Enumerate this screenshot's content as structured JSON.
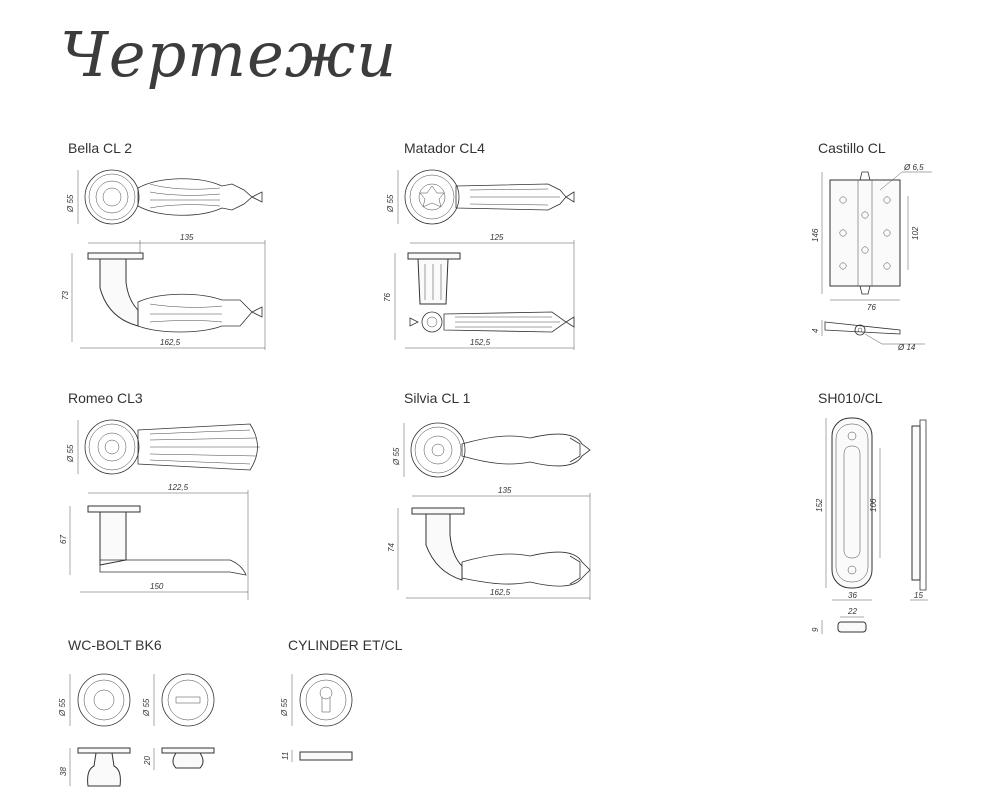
{
  "page": {
    "title": "Чертежи"
  },
  "products": {
    "bella": {
      "name": "Bella CL 2",
      "d_rosette": "Ø 55",
      "length": "135",
      "height": "73",
      "total": "162,5"
    },
    "matador": {
      "name": "Matador CL4",
      "d_rosette": "Ø 55",
      "length": "125",
      "height": "76",
      "total": "152,5"
    },
    "castillo": {
      "name": "Castillo CL",
      "d_hole": "Ø 6,5",
      "height": "146",
      "inner": "102",
      "width": "76",
      "thick": "4",
      "d_knuckle": "Ø 14"
    },
    "romeo": {
      "name": "Romeo CL3",
      "d_rosette": "Ø 55",
      "length": "122,5",
      "height": "67",
      "total": "150"
    },
    "silvia": {
      "name": "Silvia CL 1",
      "d_rosette": "Ø 55",
      "length": "135",
      "height": "74",
      "total": "162,5"
    },
    "sh010": {
      "name": "SH010/CL",
      "height": "152",
      "inner": "106",
      "width": "36",
      "depth": "15",
      "w2": "22",
      "h2": "9"
    },
    "wcbolt": {
      "name": "WC-BOLT BK6",
      "d1": "Ø 55",
      "d2": "Ø 55",
      "h1": "38",
      "h2": "20"
    },
    "cylinder": {
      "name": "CYLINDER ET/CL",
      "d": "Ø 55",
      "h": "11"
    }
  }
}
